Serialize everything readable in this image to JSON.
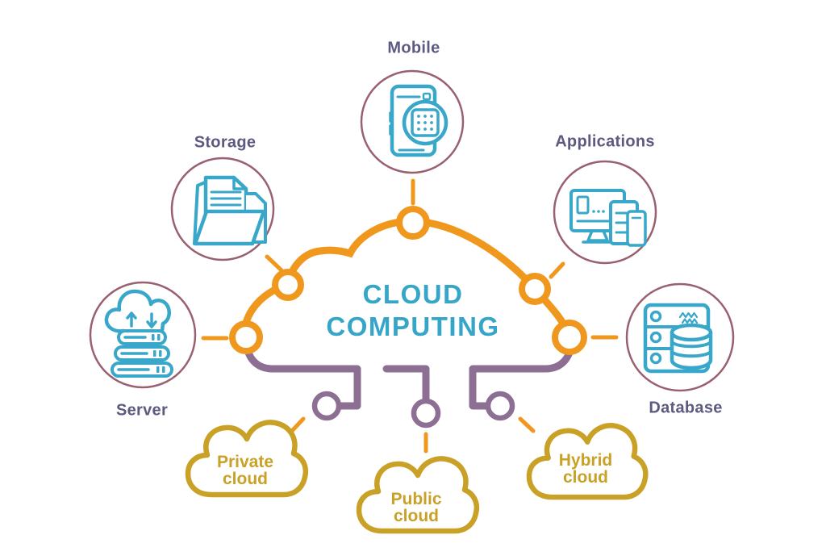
{
  "heading": {
    "line1": "CLOUD",
    "line2": "COMPUTING"
  },
  "nodes": [
    {
      "id": "mobile",
      "label": "Mobile",
      "icon": "smartphone-magnifier-icon"
    },
    {
      "id": "storage",
      "label": "Storage",
      "icon": "folder-documents-icon"
    },
    {
      "id": "applications",
      "label": "Applications",
      "icon": "multi-device-icon"
    },
    {
      "id": "server",
      "label": "Server",
      "icon": "cloud-server-stack-icon"
    },
    {
      "id": "database",
      "label": "Database",
      "icon": "database-rack-icon"
    }
  ],
  "clouds": [
    {
      "id": "private",
      "line1": "Private",
      "line2": "cloud"
    },
    {
      "id": "public",
      "line1": "Public",
      "line2": "cloud"
    },
    {
      "id": "hybrid",
      "line1": "Hybrid",
      "line2": "cloud"
    }
  ],
  "colors": {
    "cloud_outline_orange": "#F0981E",
    "connector_purple": "#8E6F94",
    "node_ring_plum": "#99606F",
    "icon_teal": "#39A7C9",
    "heading_teal": "#35A5C8",
    "small_cloud_gold": "#C9A127",
    "label_text": "#5C5A80",
    "background": "#FFFFFF"
  }
}
